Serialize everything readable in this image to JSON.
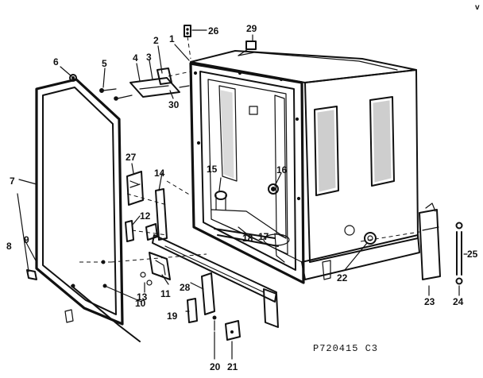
{
  "diagram": {
    "drawing_code": "P720415 C3",
    "corner_mark": "v",
    "callouts": [
      {
        "id": "c1",
        "text": "1"
      },
      {
        "id": "c2",
        "text": "2"
      },
      {
        "id": "c3",
        "text": "3"
      },
      {
        "id": "c4",
        "text": "4"
      },
      {
        "id": "c5",
        "text": "5"
      },
      {
        "id": "c6",
        "text": "6"
      },
      {
        "id": "c7",
        "text": "7"
      },
      {
        "id": "c8",
        "text": "8"
      },
      {
        "id": "c9",
        "text": "9"
      },
      {
        "id": "c10",
        "text": "10"
      },
      {
        "id": "c11",
        "text": "11"
      },
      {
        "id": "c12",
        "text": "12"
      },
      {
        "id": "c13",
        "text": "13"
      },
      {
        "id": "c14",
        "text": "14"
      },
      {
        "id": "c15",
        "text": "15"
      },
      {
        "id": "c16",
        "text": "16"
      },
      {
        "id": "c17",
        "text": "17"
      },
      {
        "id": "c18",
        "text": "18"
      },
      {
        "id": "c19",
        "text": "19"
      },
      {
        "id": "c20",
        "text": "20"
      },
      {
        "id": "c21",
        "text": "21"
      },
      {
        "id": "c22",
        "text": "22"
      },
      {
        "id": "c23",
        "text": "23"
      },
      {
        "id": "c24",
        "text": "24"
      },
      {
        "id": "c25",
        "text": "25"
      },
      {
        "id": "c26",
        "text": "26"
      },
      {
        "id": "c27",
        "text": "27"
      },
      {
        "id": "c28",
        "text": "28"
      },
      {
        "id": "c29",
        "text": "29"
      },
      {
        "id": "c30",
        "text": "30"
      }
    ]
  }
}
